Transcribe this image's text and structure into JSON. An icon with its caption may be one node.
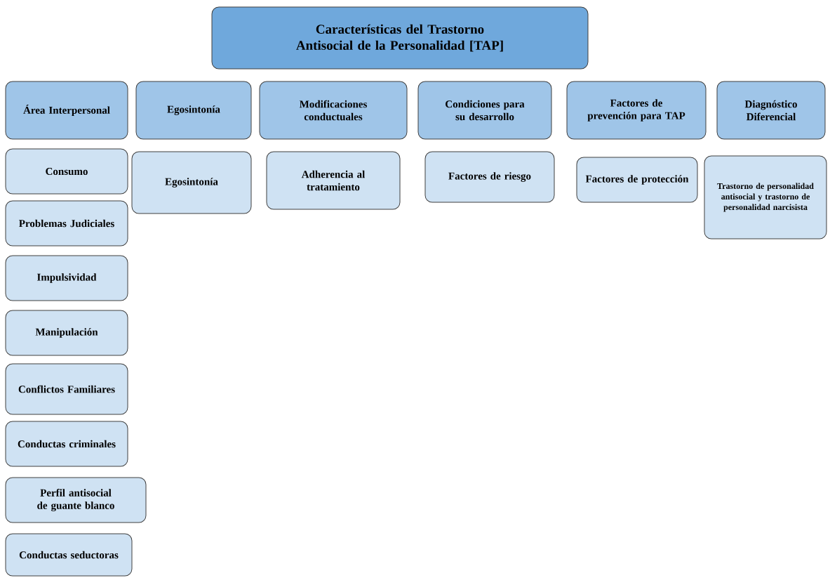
{
  "diagram": {
    "nodes": [
      {
        "text": [
          "Características del Trastorno Antisocial de la Personalidad [TAP]"
        ]
      },
      {
        "text": [
          "Área Interpersonal"
        ]
      },
      {
        "text": [
          "Egosintonía"
        ]
      },
      {
        "text": [
          "Modificaciones conductuales"
        ]
      },
      {
        "text": [
          "Condiciones para su desarrollo"
        ]
      },
      {
        "text": [
          "Factores de prevención para TAP"
        ]
      },
      {
        "text": [
          "Diagnóstico Diferencial"
        ]
      },
      {
        "text": [
          "Consumo"
        ]
      },
      {
        "text": [
          "Problemas Judiciales"
        ]
      },
      {
        "text": [
          "Impulsividad"
        ]
      },
      {
        "text": [
          "Manipulación"
        ]
      },
      {
        "text": [
          "Conflictos Familiares"
        ]
      },
      {
        "text": [
          "Conductas criminales"
        ]
      },
      {
        "text": [
          "Perfil antisocial de guante blanco"
        ]
      },
      {
        "text": [
          "Conductas seductoras"
        ]
      },
      {
        "text": [
          "Egosintonía"
        ]
      },
      {
        "text": [
          "Adherencia al tratamiento"
        ]
      },
      {
        "text": [
          "Factores de riesgo"
        ]
      },
      {
        "text": [
          "Factores de protección"
        ]
      },
      {
        "text": [
          "Trastorno de personalidad antisocial y trastorno de personalidad narcisista"
        ]
      }
    ]
  }
}
